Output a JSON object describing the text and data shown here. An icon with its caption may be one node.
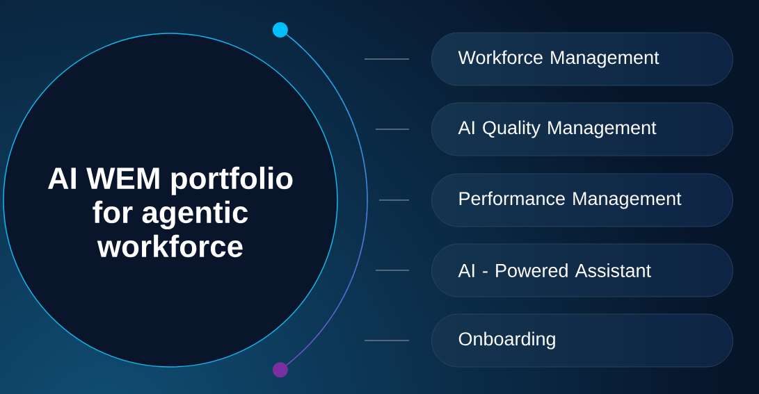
{
  "diagram": {
    "nodes": [
      {
        "text": [
          "AI WEM portfolio for agentic workforce"
        ]
      },
      {
        "text": [
          "Workforce Management"
        ]
      },
      {
        "text": [
          "AI Quality Management"
        ]
      },
      {
        "text": [
          "Performance Management"
        ]
      },
      {
        "text": [
          "AI - Powered Assistant"
        ]
      },
      {
        "text": [
          "Onboarding"
        ]
      }
    ]
  }
}
